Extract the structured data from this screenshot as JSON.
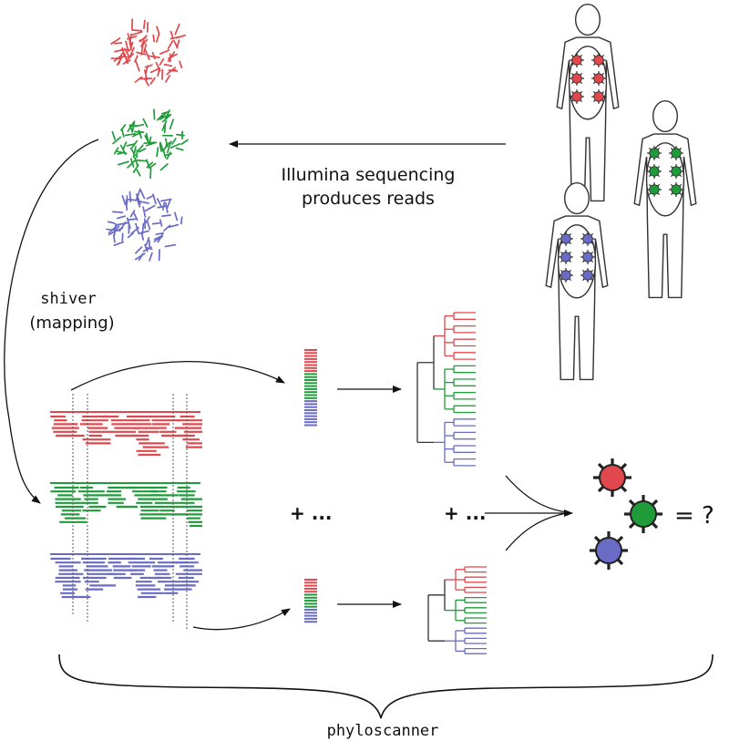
{
  "labels": {
    "sequencing_line1": "Illumina sequencing",
    "sequencing_line2": "produces reads",
    "mapping_tool": "shiver",
    "mapping_desc": "(mapping)",
    "plus_more_1": "+ ...",
    "plus_more_2": "+ ...",
    "question": "= ?",
    "pipeline": "phyloscanner"
  },
  "colors": {
    "red": "#e0484d",
    "green": "#1f9b3a",
    "blue": "#6a6bc4",
    "ink": "#111111",
    "outline": "#333333"
  },
  "samples": [
    {
      "name": "red",
      "color": "#e0484d"
    },
    {
      "name": "green",
      "color": "#1f9b3a"
    },
    {
      "name": "blue",
      "color": "#6a6bc4"
    }
  ],
  "icons": [
    "person-icon",
    "virus-icon",
    "read-cluster-icon",
    "alignment-icon",
    "tree-icon",
    "arrow-icon",
    "brace-icon"
  ]
}
